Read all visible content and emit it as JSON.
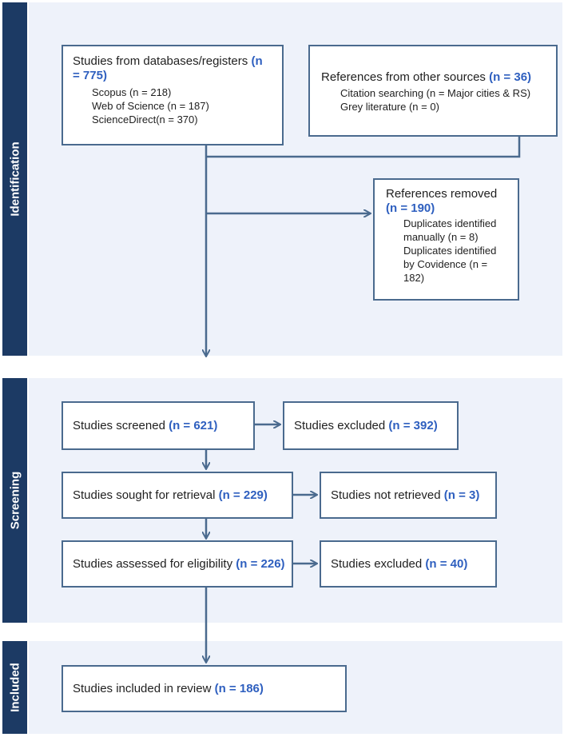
{
  "sections": {
    "identification": "Identification",
    "screening": "Screening",
    "included": "Included"
  },
  "databases": {
    "label": "Studies from databases/registers ",
    "count": "(n = 775)",
    "items": [
      "Scopus (n = 218)",
      "Web of Science (n = 187)",
      "ScienceDirect(n = 370)"
    ]
  },
  "other_sources": {
    "label": "References from other sources ",
    "count": "(n = 36)",
    "items": [
      "Citation searching (n = Major cities & RS)",
      "Grey literature (n = 0)"
    ]
  },
  "removed": {
    "label": "References removed",
    "count": "(n = 190)",
    "items": [
      "Duplicates identified manually (n = 8)",
      "Duplicates identified by Covidence (n = 182)"
    ]
  },
  "screened": {
    "label": "Studies screened ",
    "count": "(n = 621)"
  },
  "screened_excluded": {
    "label": "Studies excluded ",
    "count": "(n = 392)"
  },
  "retrieval": {
    "label": "Studies sought for retrieval ",
    "count": "(n = 229)"
  },
  "not_retrieved": {
    "label": "Studies not retrieved ",
    "count": "(n = 3)"
  },
  "eligibility": {
    "label": "Studies assessed for eligibility ",
    "count": "(n = 226)"
  },
  "eligibility_excluded": {
    "label": "Studies excluded ",
    "count": "(n = 40)"
  },
  "included": {
    "label": "Studies included in review ",
    "count": "(n = 186)"
  }
}
